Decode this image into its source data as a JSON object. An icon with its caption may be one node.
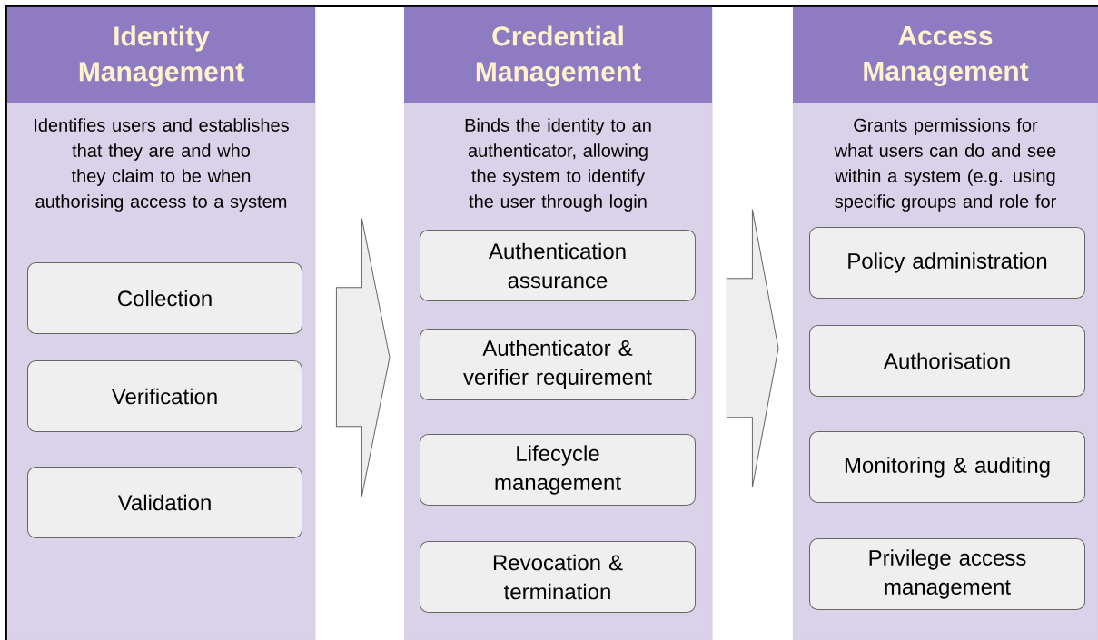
{
  "diagram": {
    "nodes": [
      {
        "text": [
          "Identity Management",
          "Identifies users and establishes that they are and who they claim to be when authorising access to a system"
        ]
      },
      {
        "text": [
          "Collection"
        ],
        "in": 0
      },
      {
        "text": [
          "Verification"
        ],
        "in": 0
      },
      {
        "text": [
          "Validation"
        ],
        "in": 0
      },
      {
        "text": [
          "Credential Management",
          "Binds the identity to an authenticator, allowing the system to identify the user through login"
        ]
      },
      {
        "text": [
          "Authentication assurance"
        ],
        "in": 4
      },
      {
        "text": [
          "Authenticator & verifier requirement"
        ],
        "in": 4
      },
      {
        "text": [
          "Lifecycle management"
        ],
        "in": 4
      },
      {
        "text": [
          "Revocation & termination"
        ],
        "in": 4
      },
      {
        "text": [
          "Access Management",
          "Grants permissions for what users can do and see within a system (e.g. using specific groups and role for"
        ]
      },
      {
        "text": [
          "Policy administration"
        ],
        "in": 9
      },
      {
        "text": [
          "Authorisation"
        ],
        "in": 9
      },
      {
        "text": [
          "Monitoring & auditing"
        ],
        "in": 9
      },
      {
        "text": [
          "Privilege access management"
        ],
        "in": 9
      }
    ],
    "edges": [
      {
        "from": 0,
        "to": 4,
        "arrow": "to"
      },
      {
        "from": 4,
        "to": 9,
        "arrow": "to"
      }
    ]
  }
}
